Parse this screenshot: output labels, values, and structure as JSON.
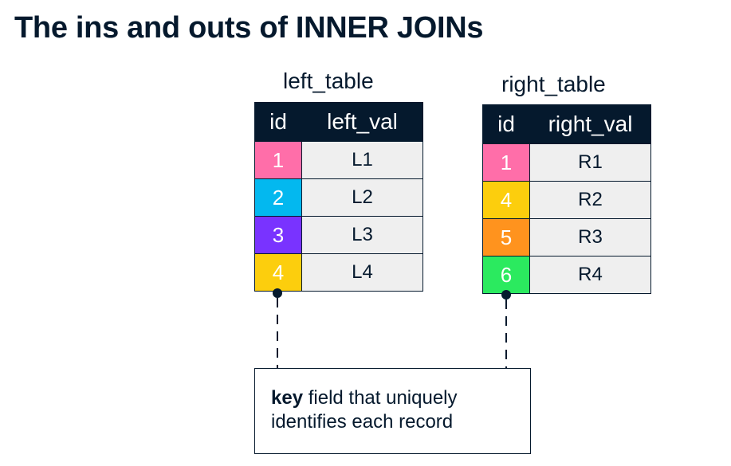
{
  "title": "The ins and outs of INNER JOINs",
  "left_table": {
    "caption": "left_table",
    "headers": [
      "id",
      "left_val"
    ],
    "rows": [
      {
        "id": "1",
        "val": "L1",
        "color": "#ff6ea9"
      },
      {
        "id": "2",
        "val": "L2",
        "color": "#03b8ef"
      },
      {
        "id": "3",
        "val": "L3",
        "color": "#7933ff"
      },
      {
        "id": "4",
        "val": "L4",
        "color": "#fcce0d"
      }
    ]
  },
  "right_table": {
    "caption": "right_table",
    "headers": [
      "id",
      "right_val"
    ],
    "rows": [
      {
        "id": "1",
        "val": "R1",
        "color": "#ff6ea9"
      },
      {
        "id": "4",
        "val": "R2",
        "color": "#fcce0d"
      },
      {
        "id": "5",
        "val": "R3",
        "color": "#ff931e"
      },
      {
        "id": "6",
        "val": "R4",
        "color": "#2bea5f"
      }
    ]
  },
  "callout": {
    "bold": "key",
    "text": " field that uniquely identifies each record"
  }
}
